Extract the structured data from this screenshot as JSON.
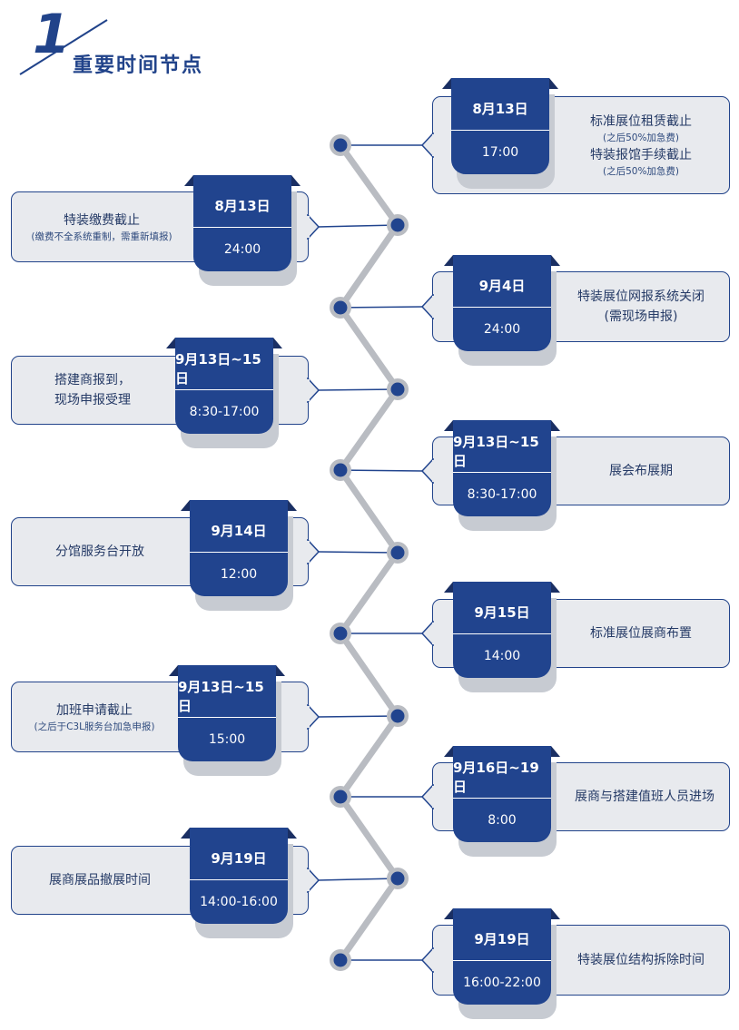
{
  "header": {
    "number": "1",
    "title": "重要时间节点"
  },
  "colors": {
    "navy": "#21448e",
    "card_bg": "#e8eaee",
    "line_gray": "#b9bcc2"
  },
  "events": [
    {
      "date": "8月13日",
      "time": "17:00",
      "lines": [
        {
          "text": "标准展位租赁截止",
          "kind": "main"
        },
        {
          "text": "(之后50%加急费)",
          "kind": "sub"
        },
        {
          "text": "特装报馆手续截止",
          "kind": "main"
        },
        {
          "text": "(之后50%加急费)",
          "kind": "sub"
        }
      ]
    },
    {
      "date": "8月13日",
      "time": "24:00",
      "lines": [
        {
          "text": "特装缴费截止",
          "kind": "main"
        },
        {
          "text": "(缴费不全系统重制，需重新填报)",
          "kind": "sub"
        }
      ]
    },
    {
      "date": "9月4日",
      "time": "24:00",
      "lines": [
        {
          "text": "特装展位网报系统关闭",
          "kind": "main"
        },
        {
          "text": "(需现场申报)",
          "kind": "main"
        }
      ]
    },
    {
      "date": "9月13日~15日",
      "time": "8:30-17:00",
      "lines": [
        {
          "text": "搭建商报到，",
          "kind": "main"
        },
        {
          "text": "现场申报受理",
          "kind": "main"
        }
      ]
    },
    {
      "date": "9月13日~15日",
      "time": "8:30-17:00",
      "lines": [
        {
          "text": "展会布展期",
          "kind": "main"
        }
      ]
    },
    {
      "date": "9月14日",
      "time": "12:00",
      "lines": [
        {
          "text": "分馆服务台开放",
          "kind": "main"
        }
      ]
    },
    {
      "date": "9月15日",
      "time": "14:00",
      "lines": [
        {
          "text": "标准展位展商布置",
          "kind": "main"
        }
      ]
    },
    {
      "date": "9月13日~15日",
      "time": "15:00",
      "lines": [
        {
          "text": "加班申请截止",
          "kind": "main"
        },
        {
          "text": "(之后于C3L服务台加急申报)",
          "kind": "sub"
        }
      ]
    },
    {
      "date": "9月16日~19日",
      "time": "8:00",
      "lines": [
        {
          "text": "展商与搭建值班人员进场",
          "kind": "main"
        }
      ]
    },
    {
      "date": "9月19日",
      "time": "14:00-16:00",
      "lines": [
        {
          "text": "展商展品撤展时间",
          "kind": "main"
        }
      ]
    },
    {
      "date": "9月19日",
      "time": "16:00-22:00",
      "lines": [
        {
          "text": "特装展位结构拆除时间",
          "kind": "main"
        }
      ]
    }
  ]
}
